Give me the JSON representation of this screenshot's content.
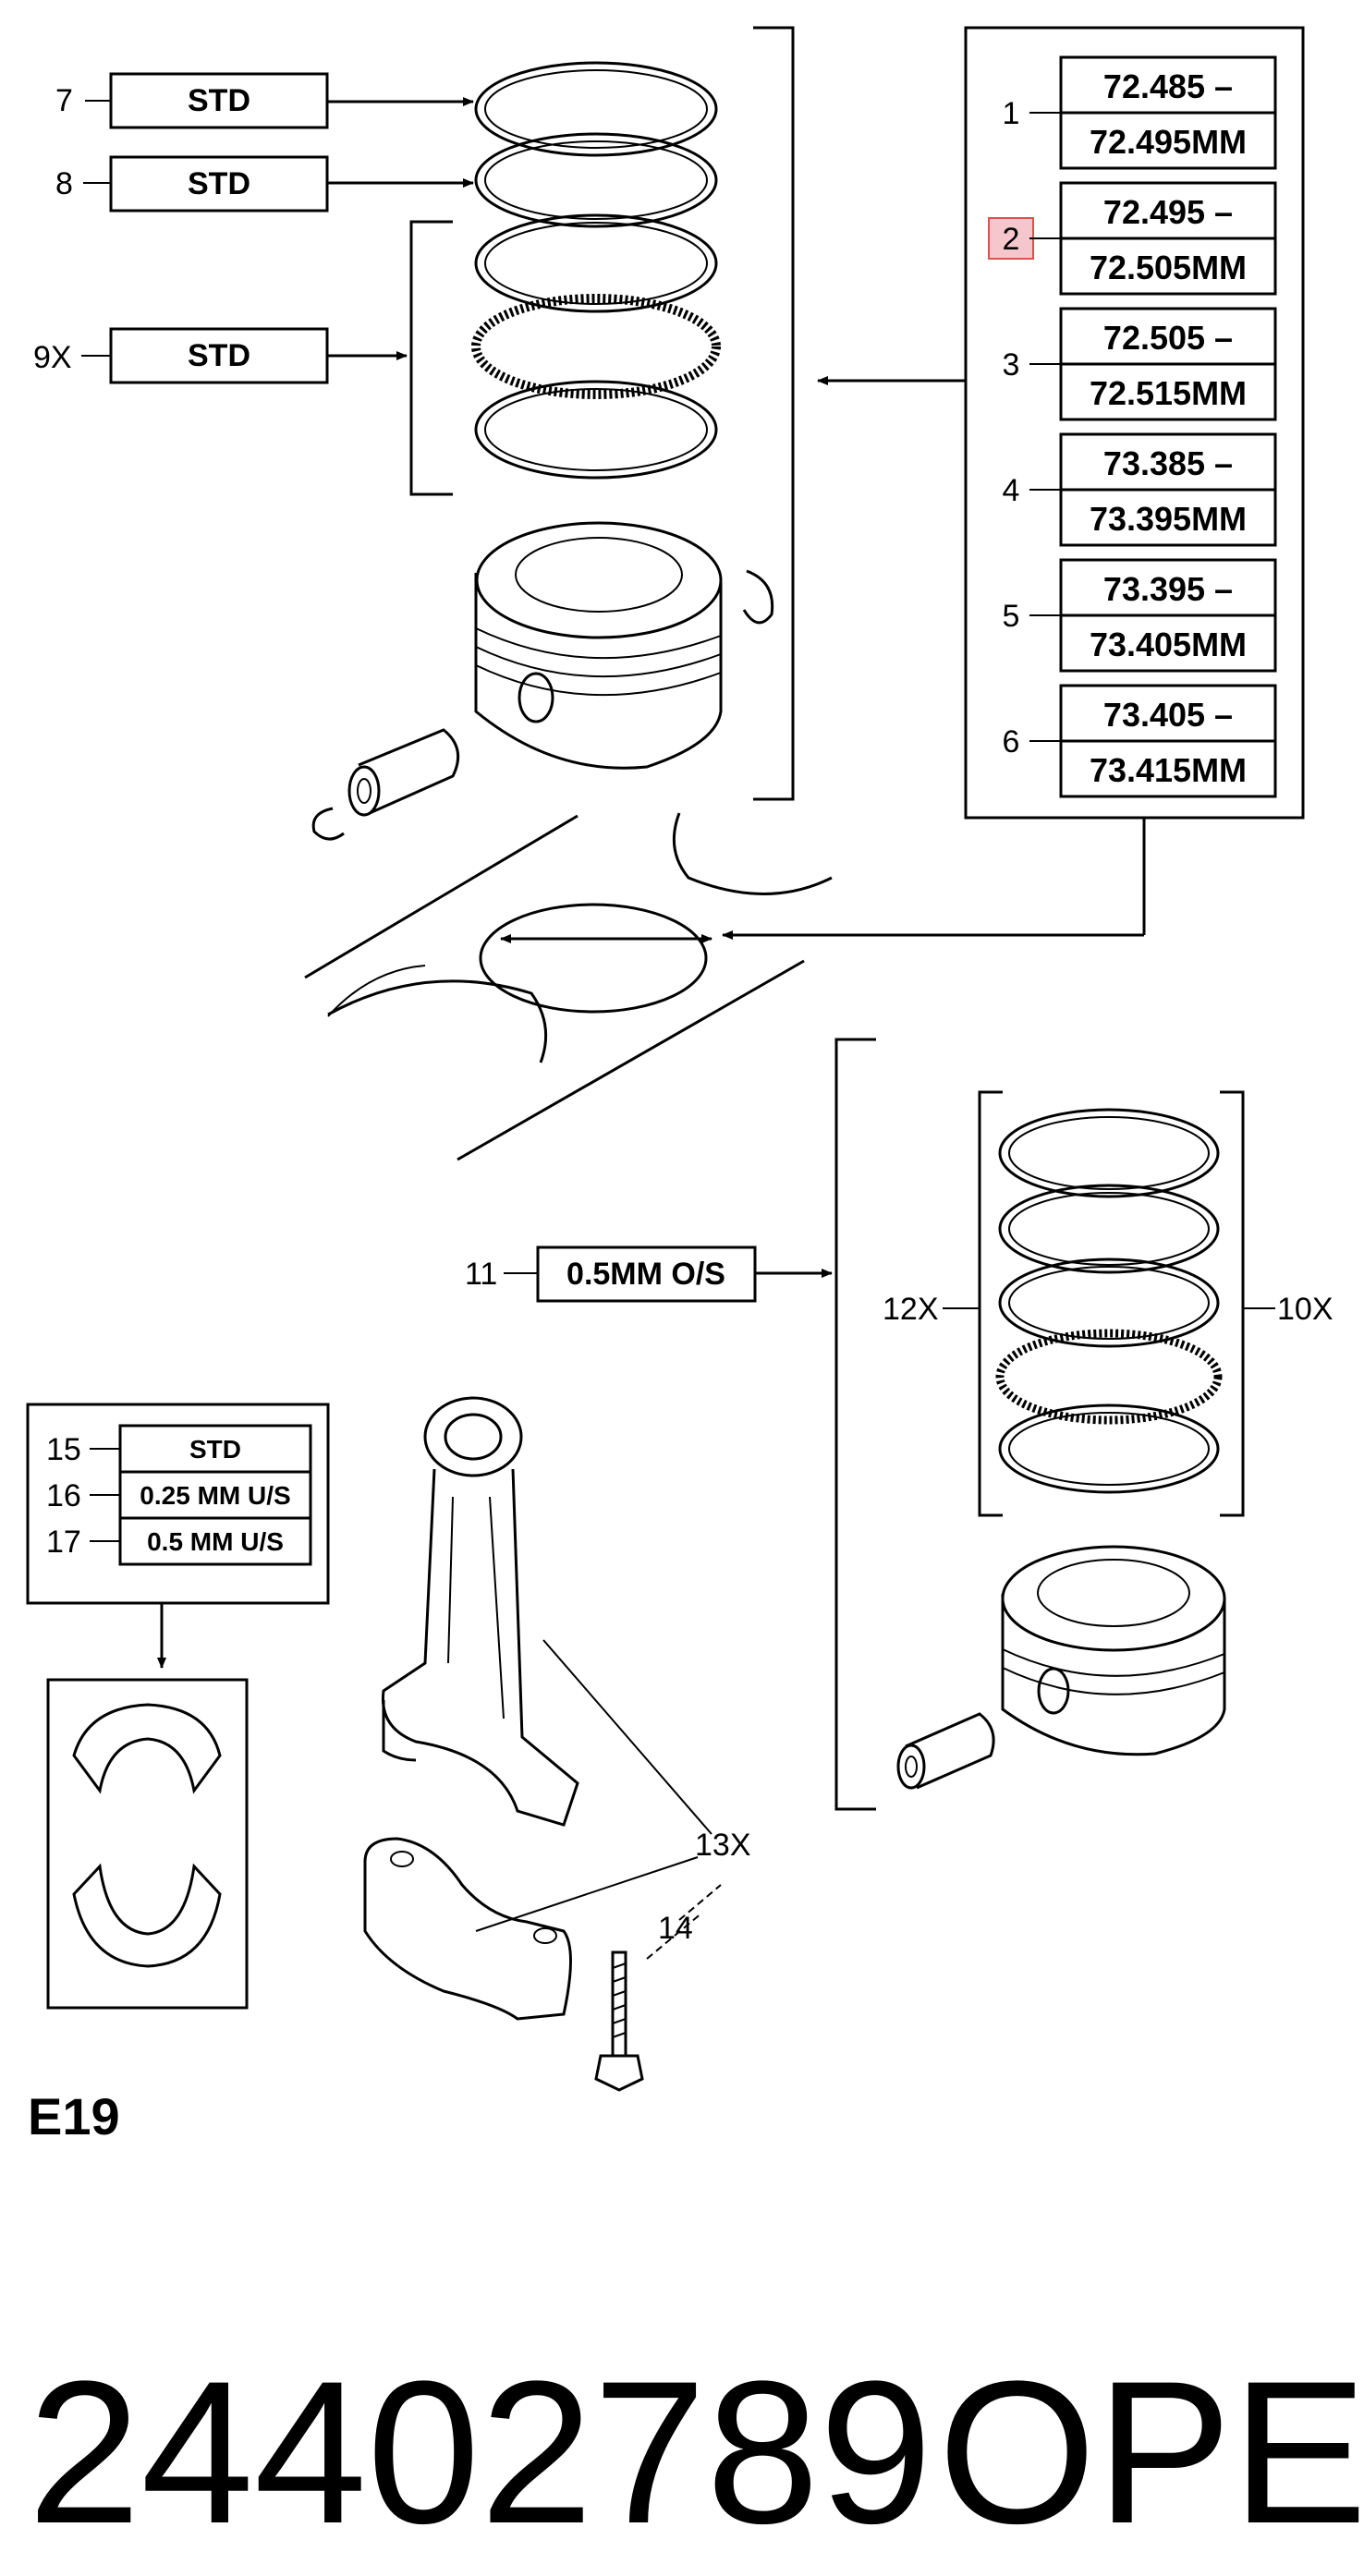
{
  "top_sizes": [
    {
      "num": "1",
      "line1": "72.485 –",
      "line2": "72.495MM",
      "highlight": false
    },
    {
      "num": "2",
      "line1": "72.495 –",
      "line2": "72.505MM",
      "highlight": true
    },
    {
      "num": "3",
      "line1": "72.505 –",
      "line2": "72.515MM",
      "highlight": false
    },
    {
      "num": "4",
      "line1": "73.385 –",
      "line2": "73.395MM",
      "highlight": false
    },
    {
      "num": "5",
      "line1": "73.395 –",
      "line2": "73.405MM",
      "highlight": false
    },
    {
      "num": "6",
      "line1": "73.405 –",
      "line2": "73.415MM",
      "highlight": false
    }
  ],
  "ring_callouts": [
    {
      "num": "7",
      "label": "STD"
    },
    {
      "num": "8",
      "label": "STD"
    },
    {
      "num": "9X",
      "label": "STD"
    }
  ],
  "oversize": {
    "num": "11",
    "label": "0.5MM O/S",
    "left_num": "12X",
    "right_num": "10X"
  },
  "bearings": [
    {
      "num": "15",
      "label": "STD"
    },
    {
      "num": "16",
      "label": "0.25 MM U/S"
    },
    {
      "num": "17",
      "label": "0.5 MM U/S"
    }
  ],
  "rod_labels": {
    "rod": "13X",
    "bolt": "14"
  },
  "section_code": "E19",
  "part_number": "24402789",
  "brand": "OPEL",
  "colors": {
    "highlight_fill": "#f5c6cb",
    "highlight_stroke": "#d9534f",
    "line": "#000000"
  }
}
